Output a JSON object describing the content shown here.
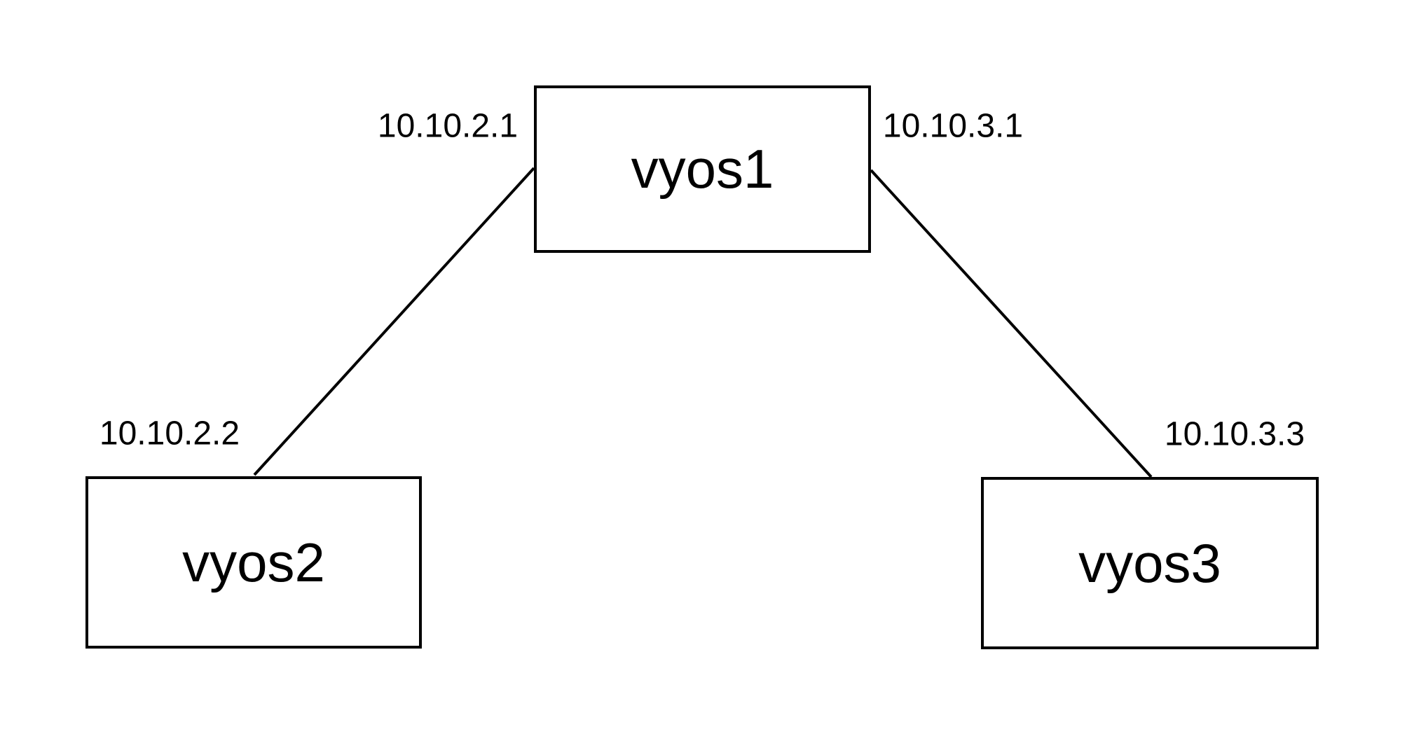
{
  "diagram": {
    "type": "network-topology",
    "background_color": "#ffffff",
    "stroke_color": "#000000",
    "nodes": [
      {
        "id": "vyos1",
        "label": "vyos1"
      },
      {
        "id": "vyos2",
        "label": "vyos2"
      },
      {
        "id": "vyos3",
        "label": "vyos3"
      }
    ],
    "links": [
      {
        "from": "vyos1",
        "to": "vyos2",
        "from_ip": "10.10.2.1",
        "to_ip": "10.10.2.2"
      },
      {
        "from": "vyos1",
        "to": "vyos3",
        "from_ip": "10.10.3.1",
        "to_ip": "10.10.3.3"
      }
    ]
  }
}
